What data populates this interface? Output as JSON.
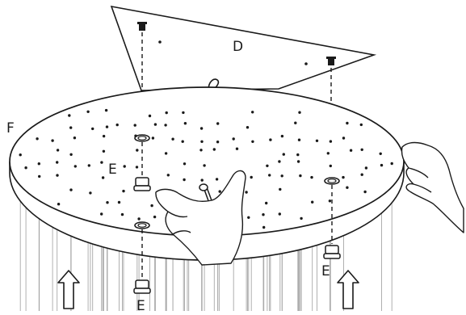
{
  "labels": {
    "plate": "D",
    "fixture": "F",
    "connector_top": "E",
    "connector_right": "E",
    "connector_bottom": "E"
  },
  "icons": {
    "arrow_left": "up-arrow-icon",
    "arrow_right": "up-arrow-icon",
    "screw": "screw-icon",
    "hand": "hand-icon"
  },
  "colors": {
    "line": "#1a1a1a",
    "wire": "#9a9a9a",
    "background": "#ffffff"
  }
}
